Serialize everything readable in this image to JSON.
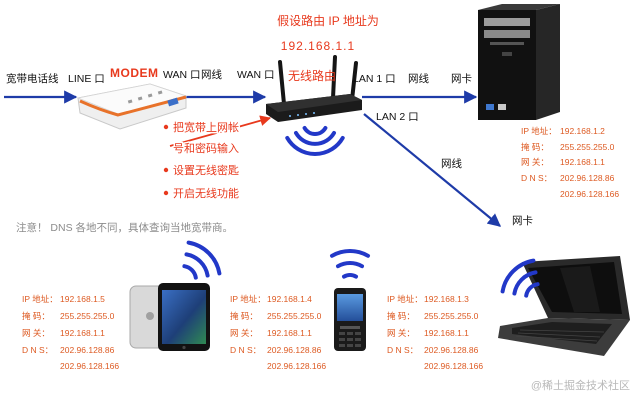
{
  "diagram": {
    "router_ip_caption": "假设路由 IP 地址为",
    "router_ip": "192.168.1.1",
    "router_name": "无线路由",
    "phone_line": "宽带电话线",
    "line_port": "LINE 口",
    "modem_name": "MODEM",
    "modem_wan_port": "WAN 口",
    "cable_modem_router": "网线",
    "router_wan_port": "WAN 口",
    "lan1_port": "LAN 1 口",
    "cable_lan1": "网线",
    "nic_desktop": "网卡",
    "lan2_port": "LAN 2 口",
    "cable_lan2": "网线",
    "nic_laptop": "网卡"
  },
  "router_steps": [
    "把宽带上网帐",
    "号和密码输入",
    "设置无线密匙",
    "开启无线功能"
  ],
  "note": "注意！ DNS 各地不同，具体查询当地宽带商。",
  "config_labels": [
    "IP 地址：",
    "掩  码：",
    "网  关：",
    "D N S："
  ],
  "devices": {
    "desktop": {
      "ip": "192.168.1.2",
      "mask": "255.255.255.0",
      "gateway": "192.168.1.1",
      "dns1": "202.96.128.86",
      "dns2": "202.96.128.166"
    },
    "ipad": {
      "ip": "192.168.1.5",
      "mask": "255.255.255.0",
      "gateway": "192.168.1.1",
      "dns1": "202.96.128.86",
      "dns2": "202.96.128.166"
    },
    "phone": {
      "ip": "192.168.1.4",
      "mask": "255.255.255.0",
      "gateway": "192.168.1.1",
      "dns1": "202.96.128.86",
      "dns2": "202.96.128.166"
    },
    "laptop": {
      "ip": "192.168.1.3",
      "mask": "255.255.255.0",
      "gateway": "192.168.1.1",
      "dns1": "202.96.128.86",
      "dns2": "202.96.128.166"
    }
  },
  "icons": [
    "modem-icon",
    "wireless-router-icon",
    "desktop-pc-icon",
    "tablet-icon",
    "mobile-phone-icon",
    "laptop-icon",
    "wifi-signal-icon"
  ],
  "watermark": "@稀土掘金技术社区",
  "colors": {
    "label_red": "#e8391d",
    "info_orange": "#dd5a22",
    "cable_blue": "#1e3ba8",
    "note_gray": "#8c8c8c"
  }
}
